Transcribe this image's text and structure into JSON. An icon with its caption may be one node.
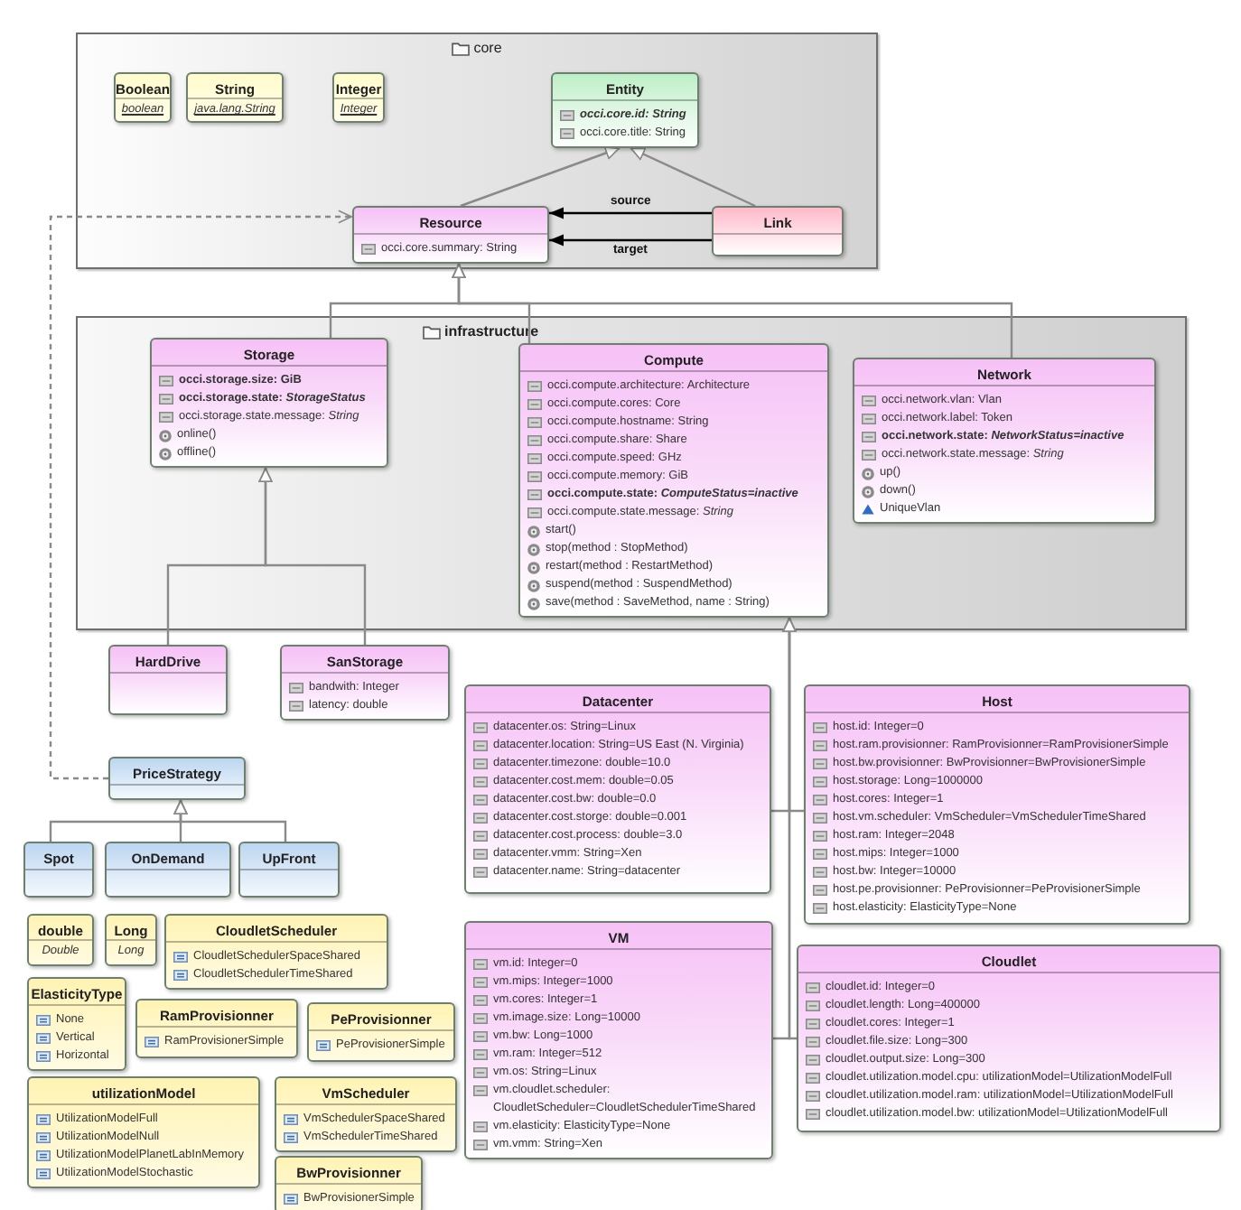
{
  "diagram": {
    "nodes": [
      {
        "text": [
          "core"
        ]
      },
      {
        "text": [
          "Boolean",
          "boolean"
        ],
        "in": 0
      },
      {
        "text": [
          "String",
          "java.lang.String"
        ],
        "in": 0
      },
      {
        "text": [
          "Integer",
          "Integer"
        ],
        "in": 0
      },
      {
        "text": [
          "Entity",
          "occi.core.id: String",
          "occi.core.title: String"
        ],
        "in": 0
      },
      {
        "text": [
          "Resource",
          "occi.core.summary: String"
        ],
        "in": 0
      },
      {
        "text": [
          "Link"
        ],
        "in": 0
      },
      {
        "text": [
          "infrastructure"
        ]
      },
      {
        "text": [
          "Storage",
          "occi.storage.size: GiB",
          "occi.storage.state: *StorageStatus*",
          "occi.storage.state.message: *String*",
          "online()",
          "offline()"
        ],
        "in": 7
      },
      {
        "text": [
          "Compute",
          "occi.compute.architecture: Architecture",
          "occi.compute.cores: Core",
          "occi.compute.hostname: String",
          "occi.compute.share: Share",
          "occi.compute.speed: GHz",
          "occi.compute.memory: GiB",
          "occi.compute.state: *ComputeStatus=inactive*",
          "occi.compute.state.message: *String*",
          "start()",
          "stop(method : StopMethod)",
          "restart(method : RestartMethod)",
          "suspend(method : SuspendMethod)",
          "save(method : SaveMethod, name : String)"
        ],
        "in": 7
      },
      {
        "text": [
          "Network",
          "occi.network.vlan: Vlan",
          "occi.network.label: Token",
          "occi.network.state: *NetworkStatus=inactive*",
          "occi.network.state.message: *String*",
          "up()",
          "down()",
          "UniqueVlan"
        ],
        "in": 7
      },
      {
        "text": [
          "HardDrive"
        ]
      },
      {
        "text": [
          "SanStorage",
          "bandwith: Integer",
          "latency: double"
        ]
      },
      {
        "text": [
          "PriceStrategy"
        ]
      },
      {
        "text": [
          "Spot"
        ]
      },
      {
        "text": [
          "OnDemand"
        ]
      },
      {
        "text": [
          "UpFront"
        ]
      },
      {
        "text": [
          "double",
          "Double"
        ]
      },
      {
        "text": [
          "Long",
          "Long"
        ]
      },
      {
        "text": [
          "CloudletScheduler",
          "CloudletSchedulerSpaceShared",
          "CloudletSchedulerTimeShared"
        ]
      },
      {
        "text": [
          "ElasticityType",
          "None",
          "Vertical",
          "Horizontal"
        ]
      },
      {
        "text": [
          "RamProvisionner",
          "RamProvisionerSimple"
        ]
      },
      {
        "text": [
          "PeProvisionner",
          "PeProvisionerSimple"
        ]
      },
      {
        "text": [
          "utilizationModel",
          "UtilizationModelFull",
          "UtilizationModelNull",
          "UtilizationModelPlanetLabInMemory",
          "UtilizationModelStochastic"
        ]
      },
      {
        "text": [
          "VmScheduler",
          "VmSchedulerSpaceShared",
          "VmSchedulerTimeShared"
        ]
      },
      {
        "text": [
          "BwProvisionner",
          "BwProvisionerSimple"
        ]
      },
      {
        "text": [
          "Datacenter",
          "datacenter.os: String=Linux",
          "datacenter.location: String=US East (N. Virginia)",
          "datacenter.timezone: double=10.0",
          "datacenter.cost.mem: double=0.05",
          "datacenter.cost.bw: double=0.0",
          "datacenter.cost.storge: double=0.001",
          "datacenter.cost.process: double=3.0",
          "datacenter.vmm: String=Xen",
          "datacenter.name: String=datacenter"
        ]
      },
      {
        "text": [
          "Host",
          "host.id: Integer=0",
          "host.ram.provisionner: RamProvisionner=RamProvisionerSimple",
          "host.bw.provisionner: BwProvisionner=BwProvisionerSimple",
          "host.storage: Long=1000000",
          "host.cores: Integer=1",
          "host.vm.scheduler: VmScheduler=VmSchedulerTimeShared",
          "host.ram: Integer=2048",
          "host.mips: Integer=1000",
          "host.bw: Integer=10000",
          "host.pe.provisionner: PeProvisionner=PeProvisionerSimple",
          "host.elasticity: ElasticityType=None"
        ]
      },
      {
        "text": [
          "VM",
          "vm.id: Integer=0",
          "vm.mips: Integer=1000",
          "vm.cores: Integer=1",
          "vm.image.size: Long=10000",
          "vm.bw: Long=1000",
          "vm.ram: Integer=512",
          "vm.os: String=Linux",
          "vm.cloudlet.scheduler: CloudletScheduler=CloudletSchedulerTimeShared",
          "vm.elasticity: ElasticityType=None",
          "vm.vmm: String=Xen"
        ]
      },
      {
        "text": [
          "Cloudlet",
          "cloudlet.id: Integer=0",
          "cloudlet.length: Long=400000",
          "cloudlet.cores: Integer=1",
          "cloudlet.file.size: Long=300",
          "cloudlet.output.size: Long=300",
          "cloudlet.utilization.model.cpu: utilizationModel=UtilizationModelFull",
          "cloudlet.utilization.model.ram: utilizationModel=UtilizationModelFull",
          "cloudlet.utilization.model.bw: utilizationModel=UtilizationModelFull"
        ]
      }
    ],
    "edges": [
      {
        "from": 5,
        "to": 4,
        "arrow": "to"
      },
      {
        "from": 6,
        "to": 4,
        "arrow": "to"
      },
      {
        "from": 6,
        "to": 5,
        "arrow": "to",
        "label": "source",
        "color": "#000000"
      },
      {
        "from": 6,
        "to": 5,
        "arrow": "to",
        "label": "target",
        "color": "#000000"
      },
      {
        "from": 8,
        "to": 5,
        "arrow": "to"
      },
      {
        "from": 9,
        "to": 5,
        "arrow": "to"
      },
      {
        "from": 10,
        "to": 5,
        "arrow": "to"
      },
      {
        "from": 11,
        "to": 8,
        "arrow": "to"
      },
      {
        "from": 12,
        "to": 8,
        "arrow": "to"
      },
      {
        "from": 26,
        "to": 9,
        "arrow": "to"
      },
      {
        "from": 27,
        "to": 9,
        "arrow": "to"
      },
      {
        "from": 28,
        "to": 9,
        "arrow": "to"
      },
      {
        "from": 29,
        "to": 9,
        "arrow": "to"
      },
      {
        "from": 14,
        "to": 13,
        "arrow": "to"
      },
      {
        "from": 15,
        "to": 13,
        "arrow": "to"
      },
      {
        "from": 16,
        "to": 13,
        "arrow": "to"
      },
      {
        "from": 13,
        "to": 5,
        "arrow": "to",
        "style": "dashed"
      }
    ]
  }
}
